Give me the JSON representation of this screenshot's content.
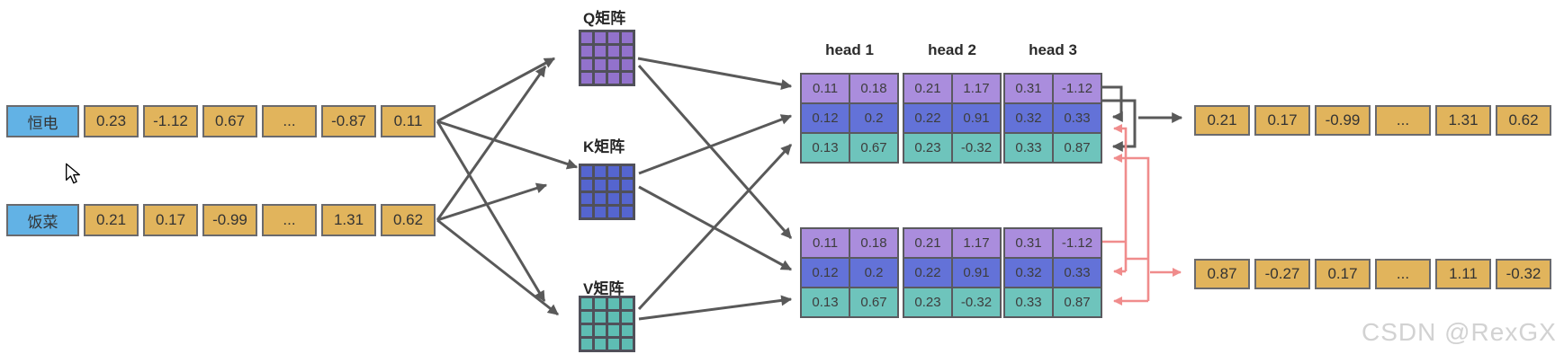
{
  "colors": {
    "arrow_gray": "#595959",
    "arrow_red": "#f08c8c",
    "cell_gold": "#e1b45c",
    "token_label_blue": "#62b2e5",
    "head_row_purple": "#aa8ddd",
    "head_row_blue": "#6372d8",
    "head_row_teal": "#6ec4bc",
    "matrix_q_purple": "#9272cc",
    "matrix_k_blue": "#5565cf",
    "matrix_v_teal": "#5ebdb3"
  },
  "input_rows": [
    {
      "label": "恒电",
      "values": [
        "0.23",
        "-1.12",
        "0.67",
        "...",
        "-0.87",
        "0.11"
      ]
    },
    {
      "label": "饭菜",
      "values": [
        "0.21",
        "0.17",
        "-0.99",
        "...",
        "1.31",
        "0.62"
      ]
    }
  ],
  "matrices": [
    {
      "label": "Q矩阵"
    },
    {
      "label": "K矩阵"
    },
    {
      "label": "V矩阵"
    }
  ],
  "heads": [
    {
      "label": "head 1",
      "rows": [
        [
          "0.11",
          "0.18"
        ],
        [
          "0.12",
          "0.2"
        ],
        [
          "0.13",
          "0.67"
        ]
      ]
    },
    {
      "label": "head 2",
      "rows": [
        [
          "0.21",
          "1.17"
        ],
        [
          "0.22",
          "0.91"
        ],
        [
          "0.23",
          "-0.32"
        ]
      ]
    },
    {
      "label": "head 3",
      "rows": [
        [
          "0.31",
          "-1.12"
        ],
        [
          "0.32",
          "0.33"
        ],
        [
          "0.33",
          "0.87"
        ]
      ]
    }
  ],
  "output_rows": [
    {
      "values": [
        "0.21",
        "0.17",
        "-0.99",
        "...",
        "1.31",
        "0.62"
      ]
    },
    {
      "values": [
        "0.87",
        "-0.27",
        "0.17",
        "...",
        "1.11",
        "-0.32"
      ]
    }
  ],
  "watermark": "CSDN @RexGX"
}
